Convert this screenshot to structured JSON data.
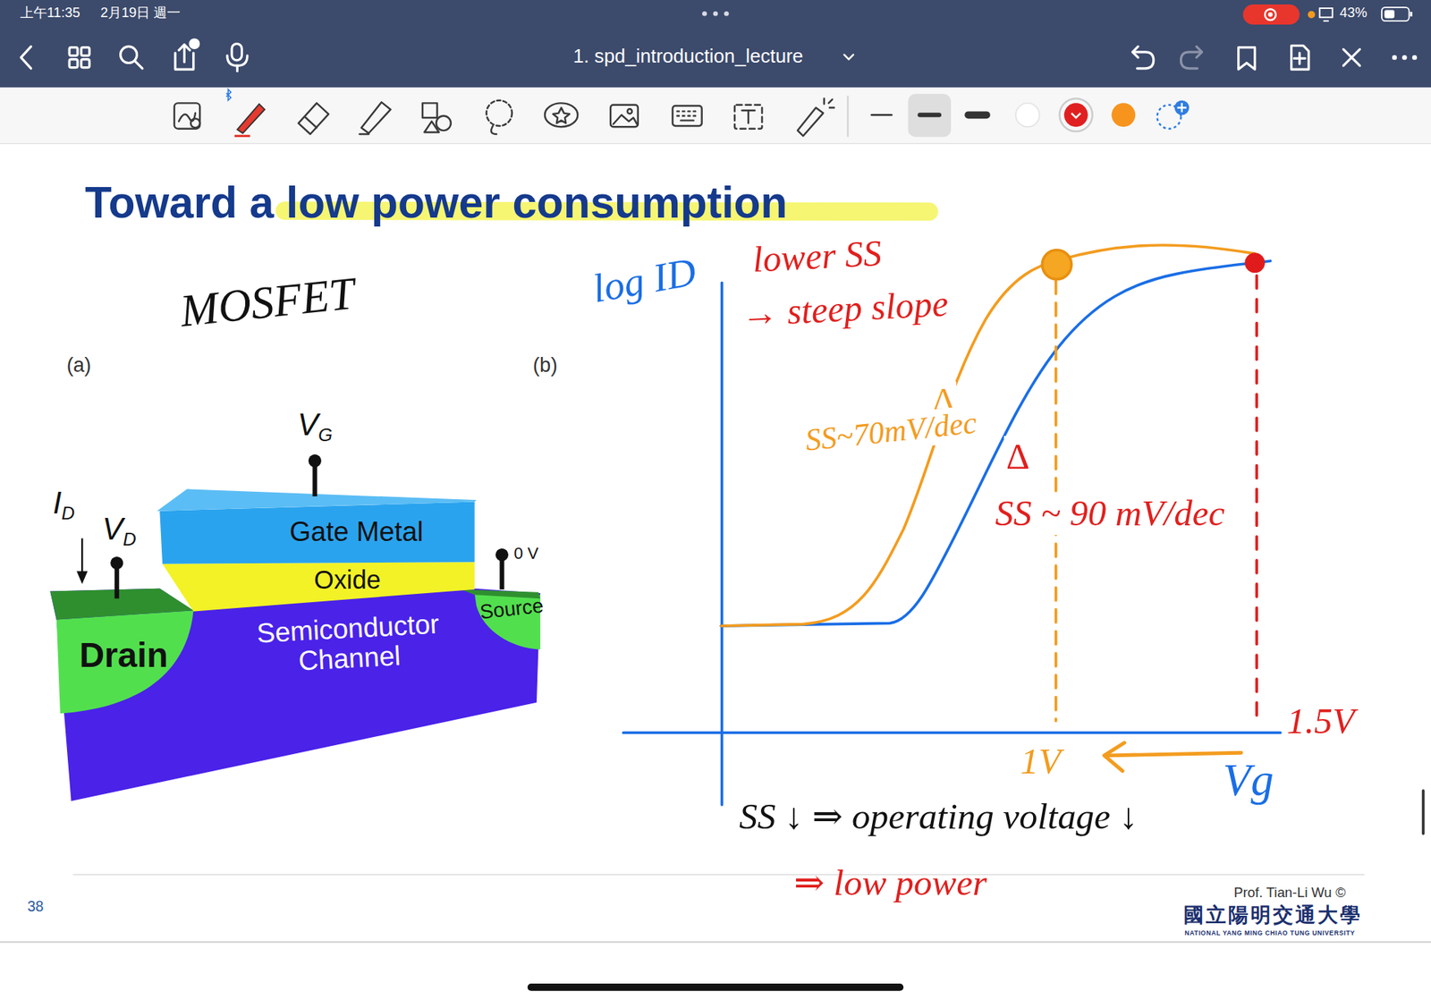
{
  "diagram": {
    "title": "Toward a low power consumption",
    "nodes": [
      {
        "text": [
          "Gate Metal"
        ]
      },
      {
        "text": [
          "Oxide"
        ]
      },
      {
        "text": [
          "Semiconductor Channel"
        ]
      },
      {
        "text": [
          "Drain"
        ],
        "in": 2
      },
      {
        "text": [
          "Source"
        ],
        "in": 2
      }
    ],
    "labels": [
      "上午11:35",
      "2月19日 週一",
      "1. spd_introduction_lecture",
      "43%",
      "MOSFET",
      "(a)",
      "(b)",
      "VG",
      "ID",
      "VD",
      "0 V",
      "log ID",
      "lower SS",
      "→ steep slope",
      "Δ",
      "SS~70mV/dec",
      "Δ",
      "SS ~ 90 mV/dec",
      "1V",
      "1.5V",
      "Vg",
      "SS ↓ ⇒ operating voltage ↓",
      "⇒ low power",
      "38",
      "Prof. Tian-Li Wu ©",
      "國立陽明交通大學",
      "NATIONAL YANG MING CHIAO TUNG UNIVERSITY"
    ]
  }
}
